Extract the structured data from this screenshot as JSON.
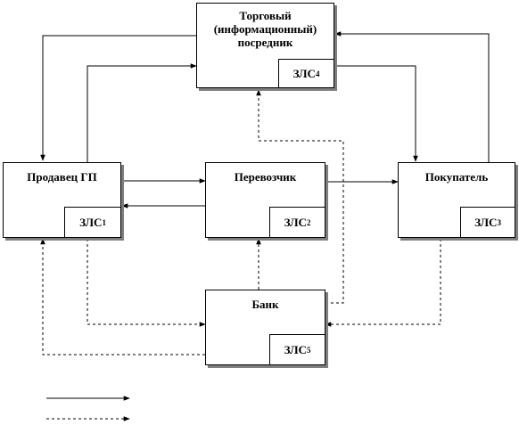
{
  "nodes": {
    "trader": {
      "title_lines": [
        "Торговый",
        "(информационный)",
        "посредник"
      ],
      "tag": "ЗЛС",
      "tag_sub": "4"
    },
    "seller": {
      "title_lines": [
        "Продавец ГП"
      ],
      "tag": "ЗЛС",
      "tag_sub": "1"
    },
    "carrier": {
      "title_lines": [
        "Перевозчик"
      ],
      "tag": "ЗЛС",
      "tag_sub": "2"
    },
    "buyer": {
      "title_lines": [
        "Покупатель"
      ],
      "tag": "ЗЛС",
      "tag_sub": "3"
    },
    "bank": {
      "title_lines": [
        "Банк"
      ],
      "tag": "ЗЛС",
      "tag_sub": "5"
    }
  },
  "colors": {
    "line": "#000000",
    "shadow": "#7f7f7f"
  }
}
